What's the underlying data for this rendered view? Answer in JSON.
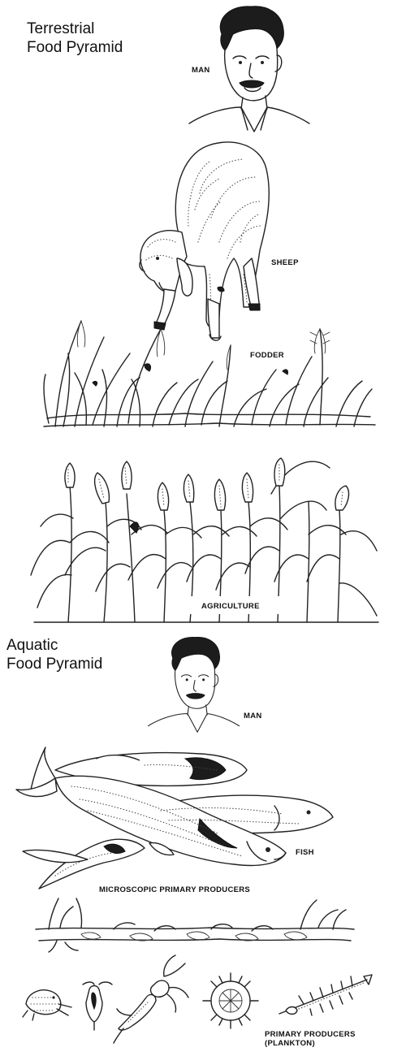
{
  "terrestrial": {
    "title_line1": "Terrestrial",
    "title_line2": "Food Pyramid",
    "levels": {
      "man": "MAN",
      "sheep": "SHEEP",
      "fodder": "FODDER",
      "agriculture": "AGRICULTURE"
    }
  },
  "aquatic": {
    "title_line1": "Aquatic",
    "title_line2": "Food Pyramid",
    "levels": {
      "man": "MAN",
      "fish": "FISH",
      "microscopic": "MICROSCOPIC PRIMARY PRODUCERS",
      "plankton_line1": "PRIMARY PRODUCERS",
      "plankton_line2": "(PLANKTON)"
    }
  },
  "icons": [
    "man-illustration",
    "sheep-illustration",
    "fodder-grass-illustration",
    "agriculture-corn-illustration",
    "fish-illustration",
    "aquatic-plants-illustration",
    "plankton-illustration"
  ]
}
